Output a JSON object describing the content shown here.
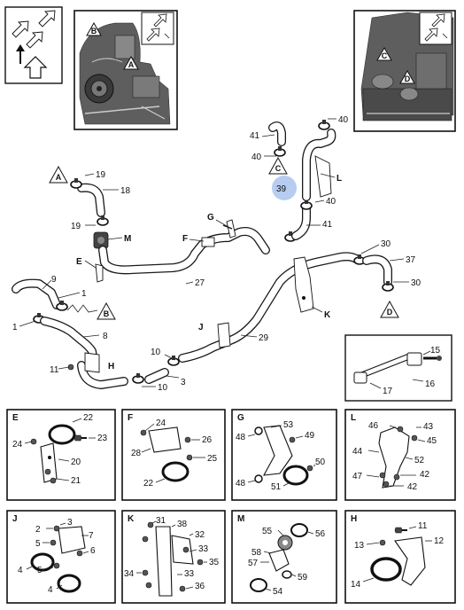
{
  "callouts": {
    "A": "A",
    "B": "B",
    "C": "C",
    "D": "D",
    "E": "E",
    "F": "F",
    "G": "G",
    "H": "H",
    "J": "J",
    "K": "K",
    "L": "L",
    "M": "M"
  },
  "main_labels": {
    "n1a": "1",
    "n1b": "1",
    "n3": "3",
    "n8": "8",
    "n9": "9",
    "n10a": "10",
    "n10b": "10",
    "n11": "11",
    "n15": "15",
    "n16": "16",
    "n17": "17",
    "n18": "18",
    "n19a": "19",
    "n19b": "19",
    "n27": "27",
    "n29": "29",
    "n30a": "30",
    "n30b": "30",
    "n37": "37",
    "n39": "39",
    "n40a": "40",
    "n40b": "40",
    "n40c": "40",
    "n41a": "41",
    "n41b": "41"
  },
  "highlight": {
    "label": "39",
    "color": "#a9c4ee"
  },
  "detail_panels": [
    {
      "title": "E",
      "labels": [
        "22",
        "23",
        "24",
        "20",
        "21"
      ]
    },
    {
      "title": "F",
      "labels": [
        "24",
        "26",
        "28",
        "25",
        "22"
      ]
    },
    {
      "title": "G",
      "labels": [
        "53",
        "48",
        "49",
        "50",
        "48",
        "51"
      ]
    },
    {
      "title": "L",
      "labels": [
        "46",
        "43",
        "45",
        "44",
        "52",
        "47",
        "42",
        "42"
      ]
    },
    {
      "title": "J",
      "labels": [
        "2",
        "3",
        "5",
        "7",
        "5",
        "6",
        "4",
        "4"
      ]
    },
    {
      "title": "K",
      "labels": [
        "31",
        "38",
        "32",
        "33",
        "34",
        "35",
        "33",
        "36"
      ]
    },
    {
      "title": "M",
      "labels": [
        "55",
        "56",
        "58",
        "57",
        "59",
        "54"
      ]
    },
    {
      "title": "H",
      "labels": [
        "11",
        "13",
        "12",
        "14"
      ]
    }
  ],
  "icons": [
    "engine-thumbnail-icon",
    "direction-arrows-icon",
    "warning-triangle-icon"
  ],
  "colors": {
    "line": "#1a1a1a",
    "highlight": "#a9c4ee",
    "background": "#ffffff"
  }
}
